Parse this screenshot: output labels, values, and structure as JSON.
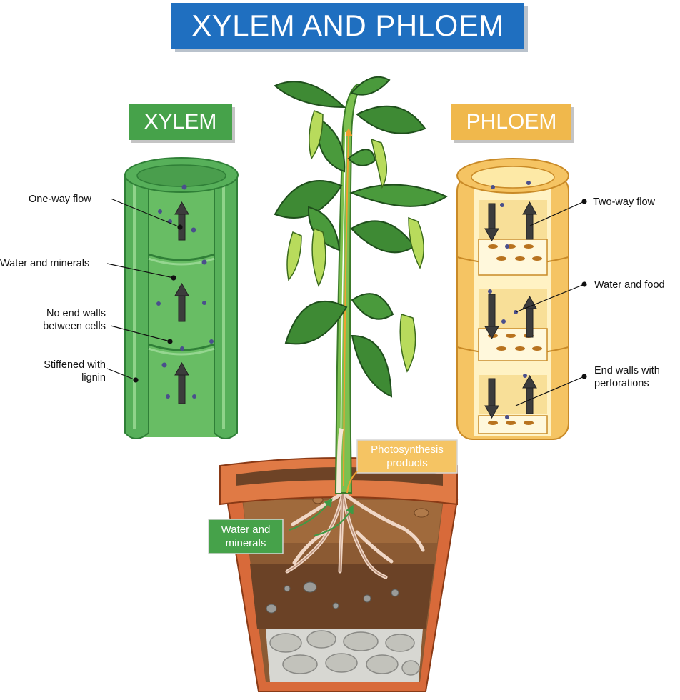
{
  "title": "XYLEM AND PHLOEM",
  "xylem": {
    "heading": "XYLEM",
    "labels": {
      "one_way_flow": "One-way flow",
      "water_minerals": "Water and minerals",
      "no_end_walls_1": "No end walls",
      "no_end_walls_2": "between cells",
      "stiffened_1": "Stiffened with",
      "stiffened_2": "lignin"
    }
  },
  "phloem": {
    "heading": "PHLOEM",
    "labels": {
      "two_way_flow": "Two-way flow",
      "water_food": "Water and food",
      "end_walls_1": "End walls with",
      "end_walls_2": "perforations"
    }
  },
  "plant": {
    "photosynthesis_1": "Photosynthesis",
    "photosynthesis_2": "products",
    "water_minerals_1": "Water and",
    "water_minerals_2": "minerals"
  },
  "colors": {
    "title_blue": "#1f6fc0",
    "xylem_green": "#46a24a",
    "phloem_orange": "#f0b84c",
    "pot_terracotta": "#d86a3a"
  }
}
